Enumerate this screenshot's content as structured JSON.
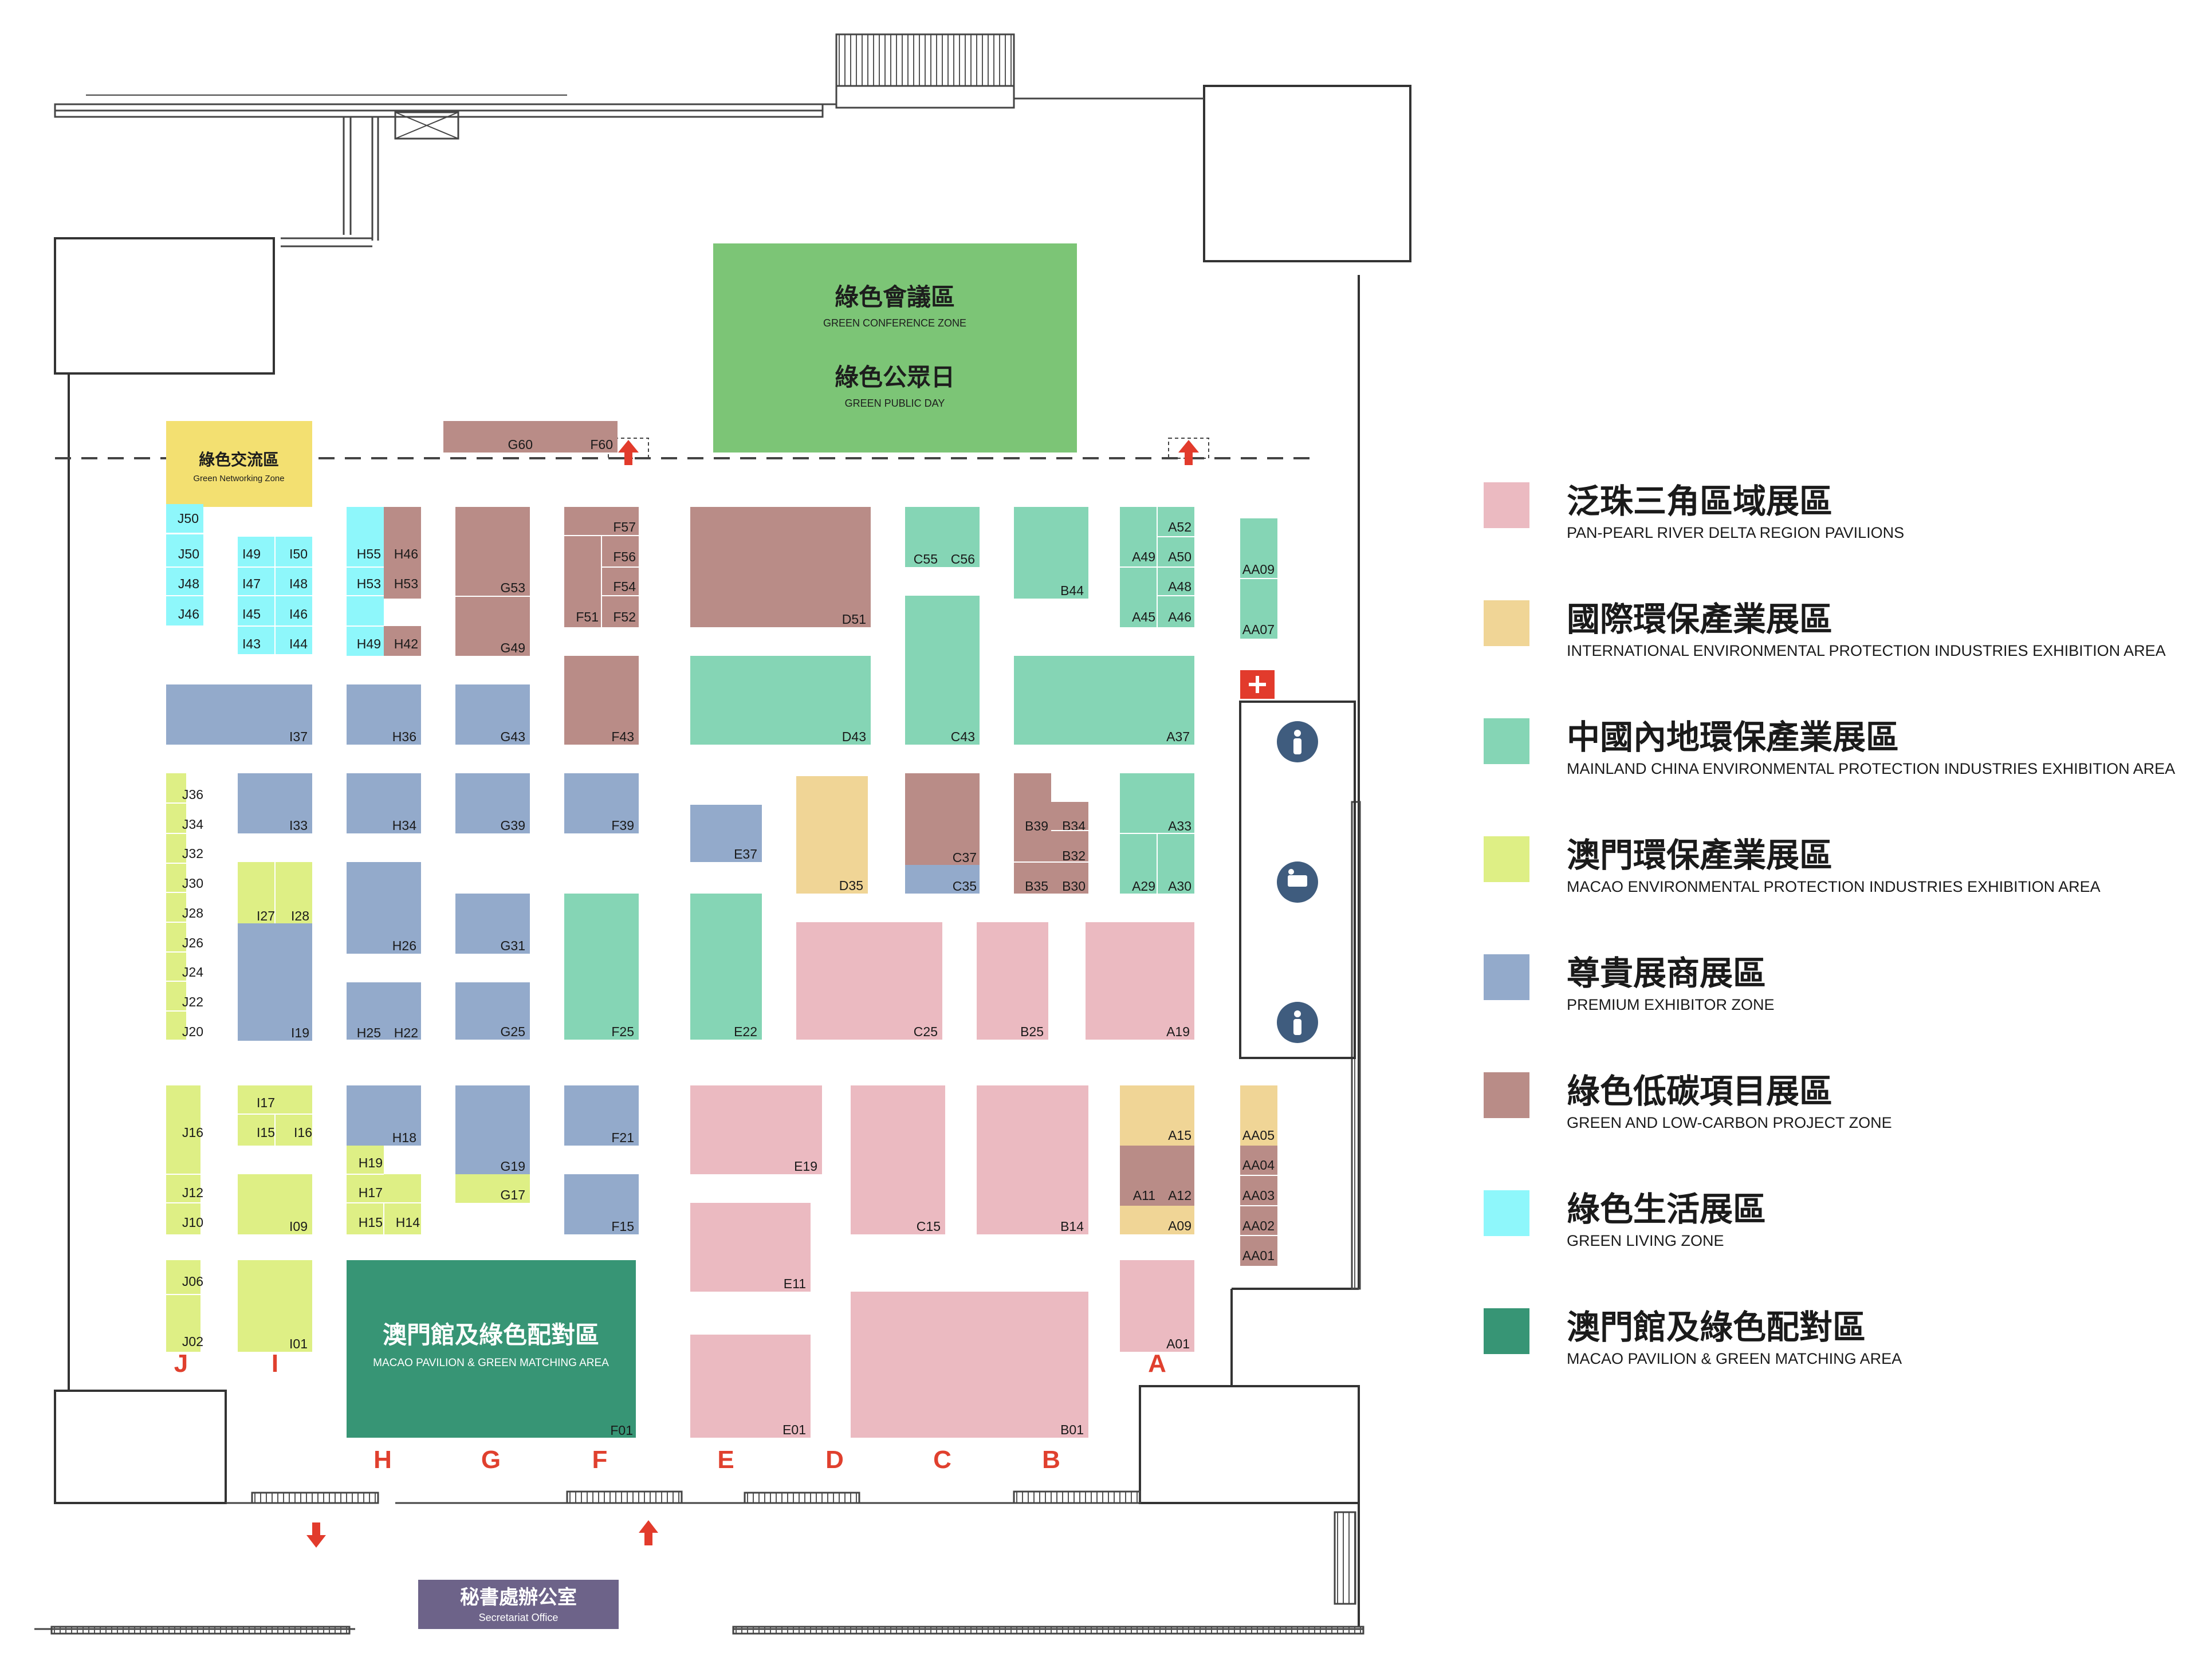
{
  "colors": {
    "pink": "#ebbac1",
    "tan": "#f0d596",
    "mint": "#85d5b5",
    "lime": "#deef85",
    "blue": "#93aacb",
    "mauve": "#b98c87",
    "cyan": "#8ef7fb",
    "darkgreen": "#379575",
    "conference": "#7cc576",
    "networking": "#f3e071",
    "secretariat": "#6d6389",
    "arrow": "#e23b2c",
    "aisle_letter": "#e0402e",
    "icon_circle": "#3f5c7e"
  },
  "zones": {
    "conference_zh": "綠色會議區",
    "conference_en": "GREEN CONFERENCE ZONE",
    "public_day_zh": "綠色公眾日",
    "public_day_en": "GREEN PUBLIC DAY",
    "networking_zh": "綠色交流區",
    "networking_en": "Green Networking Zone",
    "macao_pavilion_zh": "澳門館及綠色配對區",
    "macao_pavilion_en": "MACAO PAVILION & GREEN MATCHING AREA",
    "secretariat_zh": "秘書處辦公室",
    "secretariat_en": "Secretariat Office"
  },
  "icons": {
    "first_aid": "first-aid-cross-icon",
    "person_top": "person-icon",
    "baby_care": "baby-changing-icon",
    "person_bottom": "person-icon"
  },
  "aisles": {
    "J": "J",
    "I": "I",
    "A": "A",
    "H": "H",
    "G": "G",
    "F": "F",
    "E": "E",
    "D": "D",
    "C": "C",
    "B": "B"
  },
  "booths": {
    "G60": "G60",
    "F60": "F60",
    "J50": "J50",
    "J48": "J48",
    "J46": "J46",
    "I49": "I49",
    "I50": "I50",
    "I47": "I47",
    "I48": "I48",
    "I45": "I45",
    "I46": "I46",
    "I43": "I43",
    "I44": "I44",
    "H55": "H55",
    "H46": "H46",
    "H53": "H53",
    "H53b": "H53",
    "H49": "H49",
    "H42": "H42",
    "G53": "G53",
    "G49": "G49",
    "F57": "F57",
    "F56": "F56",
    "F54": "F54",
    "F51": "F51",
    "F52": "F52",
    "D51": "D51",
    "C55": "C55",
    "C56": "C56",
    "B44": "B44",
    "A52": "A52",
    "A49": "A49",
    "A50": "A50",
    "A48": "A48",
    "A45": "A45",
    "A46": "A46",
    "AA09": "AA09",
    "AA07": "AA07",
    "I37": "I37",
    "H36": "H36",
    "G43": "G43",
    "F43": "F43",
    "D43": "D43",
    "C43": "C43",
    "A37": "A37",
    "J36": "J36",
    "J34": "J34",
    "J32": "J32",
    "J30": "J30",
    "J28": "J28",
    "J26": "J26",
    "J24": "J24",
    "J22": "J22",
    "J20": "J20",
    "I33": "I33",
    "H34": "H34",
    "G39": "G39",
    "F39": "F39",
    "E37": "E37",
    "D35": "D35",
    "C37": "C37",
    "C35": "C35",
    "B39": "B39",
    "B34": "B34",
    "B32": "B32",
    "B35": "B35",
    "B30": "B30",
    "A33": "A33",
    "A29": "A29",
    "A30": "A30",
    "I27": "I27",
    "I28": "I28",
    "I19": "I19",
    "H26": "H26",
    "H25": "H25",
    "H22": "H22",
    "G31": "G31",
    "G25": "G25",
    "F25": "F25",
    "E22": "E22",
    "C25": "C25",
    "B25": "B25",
    "A19": "A19",
    "J16": "J16",
    "J12": "J12",
    "J10": "J10",
    "J06": "J06",
    "J02": "J02",
    "I17": "I17",
    "I15": "I15",
    "I16": "I16",
    "I09": "I09",
    "I01": "I01",
    "H18": "H18",
    "H19": "H19",
    "H17": "H17",
    "H15": "H15",
    "H14": "H14",
    "G19": "G19",
    "G17": "G17",
    "F21": "F21",
    "F15": "F15",
    "F01": "F01",
    "E19": "E19",
    "E11": "E11",
    "E01": "E01",
    "C15": "C15",
    "B14": "B14",
    "B01": "B01",
    "A15": "A15",
    "A11": "A11",
    "A12": "A12",
    "A09": "A09",
    "A01": "A01",
    "AA05": "AA05",
    "AA04": "AA04",
    "AA03": "AA03",
    "AA02": "AA02",
    "AA01": "AA01"
  },
  "legend": [
    {
      "zh": "泛珠三角區域展區",
      "en": "PAN-PEARL RIVER DELTA REGION PAVILIONS",
      "color": "#ebbac1"
    },
    {
      "zh": "國際環保產業展區",
      "en": "INTERNATIONAL ENVIRONMENTAL PROTECTION INDUSTRIES EXHIBITION AREA",
      "color": "#f0d596"
    },
    {
      "zh": "中國內地環保產業展區",
      "en": "MAINLAND CHINA ENVIRONMENTAL PROTECTION INDUSTRIES EXHIBITION AREA",
      "color": "#85d5b5"
    },
    {
      "zh": "澳門環保產業展區",
      "en": "MACAO ENVIRONMENTAL PROTECTION INDUSTRIES EXHIBITION AREA",
      "color": "#deef85"
    },
    {
      "zh": "尊貴展商展區",
      "en": "PREMIUM EXHIBITOR ZONE",
      "color": "#93aacb"
    },
    {
      "zh": "綠色低碳項目展區",
      "en": "GREEN AND LOW-CARBON PROJECT ZONE",
      "color": "#b98c87"
    },
    {
      "zh": "綠色生活展區",
      "en": "GREEN LIVING ZONE",
      "color": "#8ef7fb"
    },
    {
      "zh": "澳門館及綠色配對區",
      "en": "MACAO PAVILION & GREEN MATCHING AREA",
      "color": "#379575"
    }
  ]
}
